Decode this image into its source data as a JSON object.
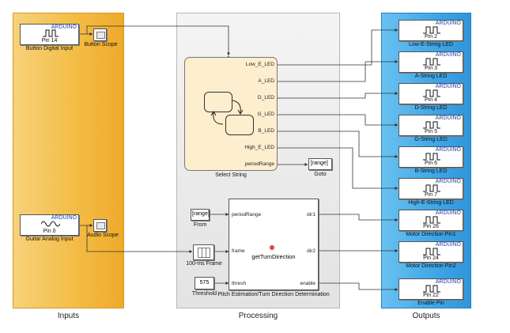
{
  "inputs": {
    "title": "Inputs",
    "button_block": {
      "vendor": "ARDUINO",
      "pin": "Pin 14",
      "label": "Button Digital Input"
    },
    "button_scope": {
      "label": "Button Scope"
    },
    "guitar_block": {
      "vendor": "ARDUINO",
      "pin": "Pin 0",
      "label": "Guitar Analog Input"
    },
    "audio_scope": {
      "label": "Audio Scope"
    }
  },
  "processing": {
    "title": "Processing",
    "chart": {
      "label": "Select String",
      "ports": [
        "Low_E_LED",
        "A_LED",
        "D_LED",
        "G_LED",
        "B_LED",
        "High_E_LED",
        "periodRange"
      ]
    },
    "goto": {
      "tag": "[range]",
      "label": "Goto"
    },
    "from": {
      "tag": "[range]",
      "label": "From"
    },
    "frame": {
      "label": "100-ms Frame"
    },
    "threshold": {
      "value": "575",
      "label": "Threshold"
    },
    "subsystem": {
      "name": "getTurnDirection",
      "label": "Pitch Estimation/Turn Direction Determination",
      "in_ports": [
        "periodRange",
        "frame",
        "thresh"
      ],
      "out_ports": [
        "dir1",
        "dir2",
        "enable"
      ]
    }
  },
  "outputs": {
    "title": "Outputs",
    "vendor": "ARDUINO",
    "blocks": [
      {
        "pin": "Pin 2",
        "label": "Low-E-String LED"
      },
      {
        "pin": "Pin 3",
        "label": "A-String LED"
      },
      {
        "pin": "Pin 4",
        "label": "D-String LED"
      },
      {
        "pin": "Pin 5",
        "label": "G-String LED"
      },
      {
        "pin": "Pin 6",
        "label": "B-String LED"
      },
      {
        "pin": "Pin 7",
        "label": "High-E-String LED"
      },
      {
        "pin": "Pin 26",
        "label": "Motor Direction Pin1"
      },
      {
        "pin": "Pin 24",
        "label": "Motor Direction Pin2"
      },
      {
        "pin": "Pin 22",
        "label": "Enable Pin"
      }
    ]
  }
}
